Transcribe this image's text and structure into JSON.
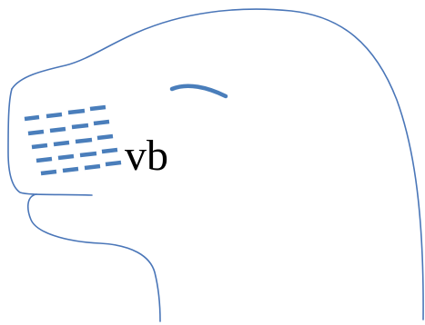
{
  "diagram": {
    "label": "vb",
    "colors": {
      "outline": "#4a76b8",
      "markings": "#4a7ebb",
      "text": "#000000",
      "background": "#ffffff"
    },
    "icons": [
      "animal-head-outline",
      "eye-mark",
      "whisker-dash-grid"
    ]
  }
}
